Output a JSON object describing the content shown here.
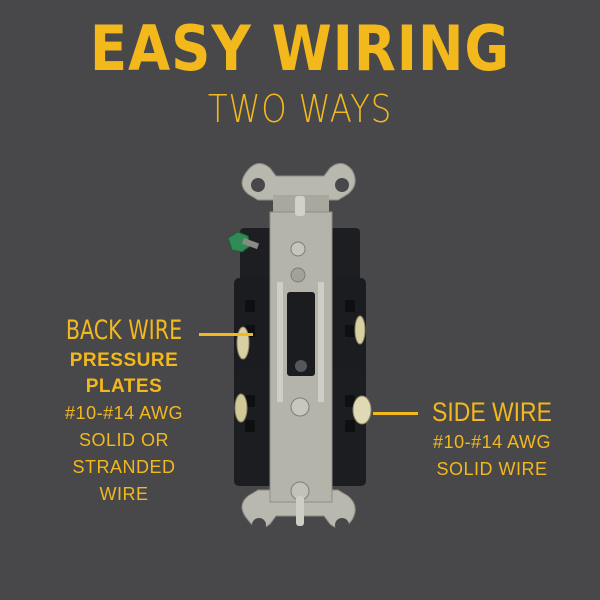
{
  "header": {
    "title": "EASY WIRING",
    "subtitle": "TWO WAYS"
  },
  "callouts": {
    "back_wire": {
      "heading": "BACK WIRE",
      "feature_line1": "PRESSURE",
      "feature_line2": "PLATES",
      "spec_gauge": "#10-#14 AWG",
      "spec_line1": "SOLID OR",
      "spec_line2": "STRANDED",
      "spec_line3": "WIRE"
    },
    "side_wire": {
      "heading": "SIDE WIRE",
      "spec_gauge": "#10-#14 AWG",
      "spec_type": "SOLID WIRE"
    }
  },
  "image": {
    "subject": "duplex-receptacle-back-view",
    "icons": [
      "green-ground-screw-icon",
      "brass-terminal-screw-icon",
      "mounting-strap-icon"
    ]
  },
  "colors": {
    "background": "#48484a",
    "accent": "#f2b81c",
    "device_body": "#1c1e22",
    "strap_metal": "#b8b8b0",
    "ground_screw": "#2f8a55",
    "brass": "#d8c890"
  }
}
